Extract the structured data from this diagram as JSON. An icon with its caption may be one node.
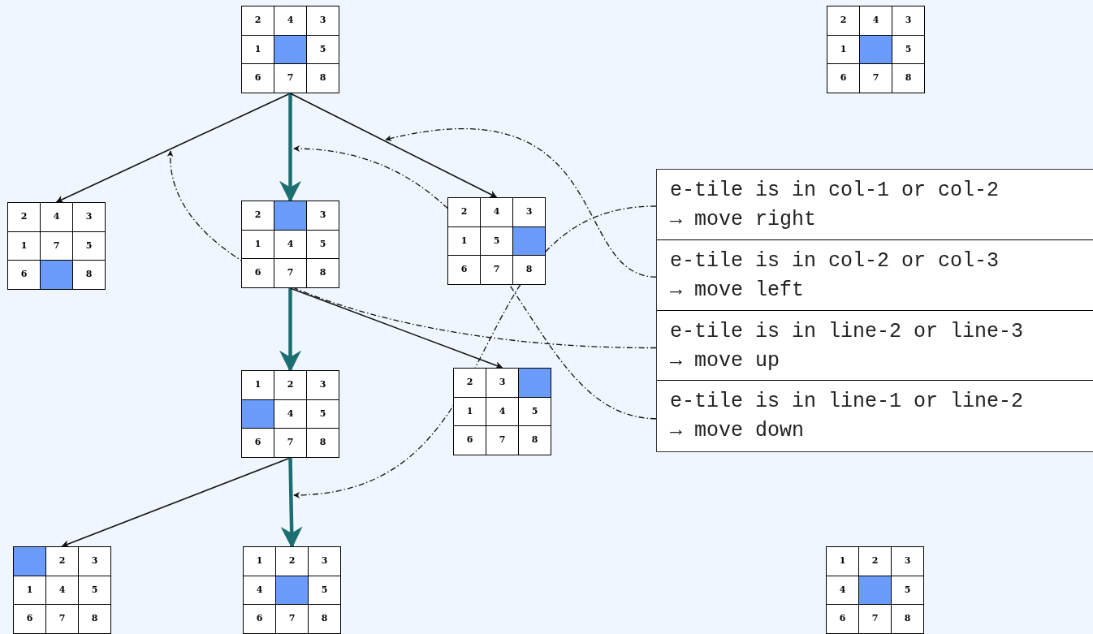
{
  "diagram": {
    "nodes": [
      {
        "text": [],
        "shape": "box"
      },
      {
        "text": [
          "2"
        ],
        "in": 0
      },
      {
        "text": [
          "4"
        ],
        "in": 0
      },
      {
        "text": [
          "3"
        ],
        "in": 0
      },
      {
        "text": [
          "1"
        ],
        "in": 0
      },
      {
        "text": [],
        "shape": "box",
        "in": 0
      },
      {
        "text": [
          "5"
        ],
        "in": 0
      },
      {
        "text": [
          "6"
        ],
        "in": 0
      },
      {
        "text": [
          "7"
        ],
        "in": 0
      },
      {
        "text": [
          "8"
        ],
        "in": 0
      },
      {
        "text": [],
        "shape": "box"
      },
      {
        "text": [
          "2"
        ],
        "in": 10
      },
      {
        "text": [
          "4"
        ],
        "in": 10
      },
      {
        "text": [
          "3"
        ],
        "in": 10
      },
      {
        "text": [
          "1"
        ],
        "in": 10
      },
      {
        "text": [],
        "shape": "box",
        "in": 10
      },
      {
        "text": [
          "5"
        ],
        "in": 10
      },
      {
        "text": [
          "6"
        ],
        "in": 10
      },
      {
        "text": [
          "7"
        ],
        "in": 10
      },
      {
        "text": [
          "8"
        ],
        "in": 10
      },
      {
        "text": [],
        "shape": "box"
      },
      {
        "text": [
          "2"
        ],
        "in": 20
      },
      {
        "text": [
          "4"
        ],
        "in": 20
      },
      {
        "text": [
          "3"
        ],
        "in": 20
      },
      {
        "text": [
          "1"
        ],
        "in": 20
      },
      {
        "text": [
          "7"
        ],
        "in": 20
      },
      {
        "text": [
          "5"
        ],
        "in": 20
      },
      {
        "text": [
          "6"
        ],
        "in": 20
      },
      {
        "text": [],
        "shape": "box",
        "in": 20
      },
      {
        "text": [
          "8"
        ],
        "in": 20
      },
      {
        "text": [],
        "shape": "box"
      },
      {
        "text": [
          "2"
        ],
        "in": 30
      },
      {
        "text": [],
        "shape": "box",
        "in": 30
      },
      {
        "text": [
          "3"
        ],
        "in": 30
      },
      {
        "text": [
          "1"
        ],
        "in": 30
      },
      {
        "text": [
          "4"
        ],
        "in": 30
      },
      {
        "text": [
          "5"
        ],
        "in": 30
      },
      {
        "text": [
          "6"
        ],
        "in": 30
      },
      {
        "text": [
          "7"
        ],
        "in": 30
      },
      {
        "text": [
          "8"
        ],
        "in": 30
      },
      {
        "text": [],
        "shape": "box"
      },
      {
        "text": [
          "2"
        ],
        "in": 40
      },
      {
        "text": [
          "4"
        ],
        "in": 40
      },
      {
        "text": [
          "3"
        ],
        "in": 40
      },
      {
        "text": [
          "1"
        ],
        "in": 40
      },
      {
        "text": [
          "5"
        ],
        "in": 40
      },
      {
        "text": [],
        "shape": "box",
        "in": 40
      },
      {
        "text": [
          "6"
        ],
        "in": 40
      },
      {
        "text": [
          "7"
        ],
        "in": 40
      },
      {
        "text": [
          "8"
        ],
        "in": 40
      },
      {
        "text": [],
        "shape": "box"
      },
      {
        "text": [
          "1"
        ],
        "in": 50
      },
      {
        "text": [
          "2"
        ],
        "in": 50
      },
      {
        "text": [
          "3"
        ],
        "in": 50
      },
      {
        "text": [],
        "shape": "box",
        "in": 50
      },
      {
        "text": [
          "4"
        ],
        "in": 50
      },
      {
        "text": [
          "5"
        ],
        "in": 50
      },
      {
        "text": [
          "6"
        ],
        "in": 50
      },
      {
        "text": [
          "7"
        ],
        "in": 50
      },
      {
        "text": [
          "8"
        ],
        "in": 50
      },
      {
        "text": [],
        "shape": "box"
      },
      {
        "text": [
          "2"
        ],
        "in": 60
      },
      {
        "text": [
          "3"
        ],
        "in": 60
      },
      {
        "text": [],
        "shape": "box",
        "in": 60
      },
      {
        "text": [
          "1"
        ],
        "in": 60
      },
      {
        "text": [
          "4"
        ],
        "in": 60
      },
      {
        "text": [
          "5"
        ],
        "in": 60
      },
      {
        "text": [
          "6"
        ],
        "in": 60
      },
      {
        "text": [
          "7"
        ],
        "in": 60
      },
      {
        "text": [
          "8"
        ],
        "in": 60
      },
      {
        "text": [],
        "shape": "box"
      },
      {
        "text": [],
        "shape": "box",
        "in": 70
      },
      {
        "text": [
          "2"
        ],
        "in": 70
      },
      {
        "text": [
          "3"
        ],
        "in": 70
      },
      {
        "text": [
          "1"
        ],
        "in": 70
      },
      {
        "text": [
          "4"
        ],
        "in": 70
      },
      {
        "text": [
          "5"
        ],
        "in": 70
      },
      {
        "text": [
          "6"
        ],
        "in": 70
      },
      {
        "text": [
          "7"
        ],
        "in": 70
      },
      {
        "text": [
          "8"
        ],
        "in": 70
      },
      {
        "text": [],
        "shape": "box"
      },
      {
        "text": [
          "1"
        ],
        "in": 80
      },
      {
        "text": [
          "2"
        ],
        "in": 80
      },
      {
        "text": [
          "3"
        ],
        "in": 80
      },
      {
        "text": [
          "4"
        ],
        "in": 80
      },
      {
        "text": [],
        "shape": "box",
        "in": 80
      },
      {
        "text": [
          "5"
        ],
        "in": 80
      },
      {
        "text": [
          "6"
        ],
        "in": 80
      },
      {
        "text": [
          "7"
        ],
        "in": 80
      },
      {
        "text": [
          "8"
        ],
        "in": 80
      },
      {
        "text": [],
        "shape": "box"
      },
      {
        "text": [
          "1"
        ],
        "in": 90
      },
      {
        "text": [
          "2"
        ],
        "in": 90
      },
      {
        "text": [
          "3"
        ],
        "in": 90
      },
      {
        "text": [
          "4"
        ],
        "in": 90
      },
      {
        "text": [],
        "shape": "box",
        "in": 90
      },
      {
        "text": [
          "5"
        ],
        "in": 90
      },
      {
        "text": [
          "6"
        ],
        "in": 90
      },
      {
        "text": [
          "7"
        ],
        "in": 90
      },
      {
        "text": [
          "8"
        ],
        "in": 90
      },
      {
        "text": [],
        "shape": "box"
      },
      {
        "text": [
          "e-tile is in col-1 or col-2",
          "→ move right"
        ],
        "in": 100
      },
      {
        "text": [
          "e-tile is in col-2 or col-3",
          "→ move left"
        ],
        "in": 100
      },
      {
        "text": [
          "e-tile is in line-2 or line-3",
          "→ move up"
        ],
        "in": 100
      },
      {
        "text": [
          "e-tile is in line-1 or line-2",
          "→ move down"
        ],
        "in": 100
      }
    ],
    "edges": [
      {
        "from": 0,
        "to": 20,
        "arrow": "to"
      },
      {
        "from": 0,
        "to": 30,
        "arrow": "to",
        "style": "thick",
        "color": "#1c6f70"
      },
      {
        "from": 0,
        "to": 40,
        "arrow": "to"
      },
      {
        "from": 30,
        "to": 50,
        "arrow": "to",
        "style": "thick",
        "color": "#1c6f70"
      },
      {
        "from": 30,
        "to": 60,
        "arrow": "to"
      },
      {
        "from": 50,
        "to": 70,
        "arrow": "to"
      },
      {
        "from": 50,
        "to": 80,
        "arrow": "to",
        "style": "thick",
        "color": "#1c6f70"
      },
      {
        "from": 101,
        "to": null,
        "arrow": "to",
        "style": "dashed"
      },
      {
        "from": 102,
        "to": null,
        "arrow": "to",
        "style": "dashed"
      },
      {
        "from": 103,
        "to": null,
        "arrow": "to",
        "style": "dashed"
      },
      {
        "from": 104,
        "to": null,
        "arrow": "to",
        "style": "dashed"
      }
    ]
  }
}
